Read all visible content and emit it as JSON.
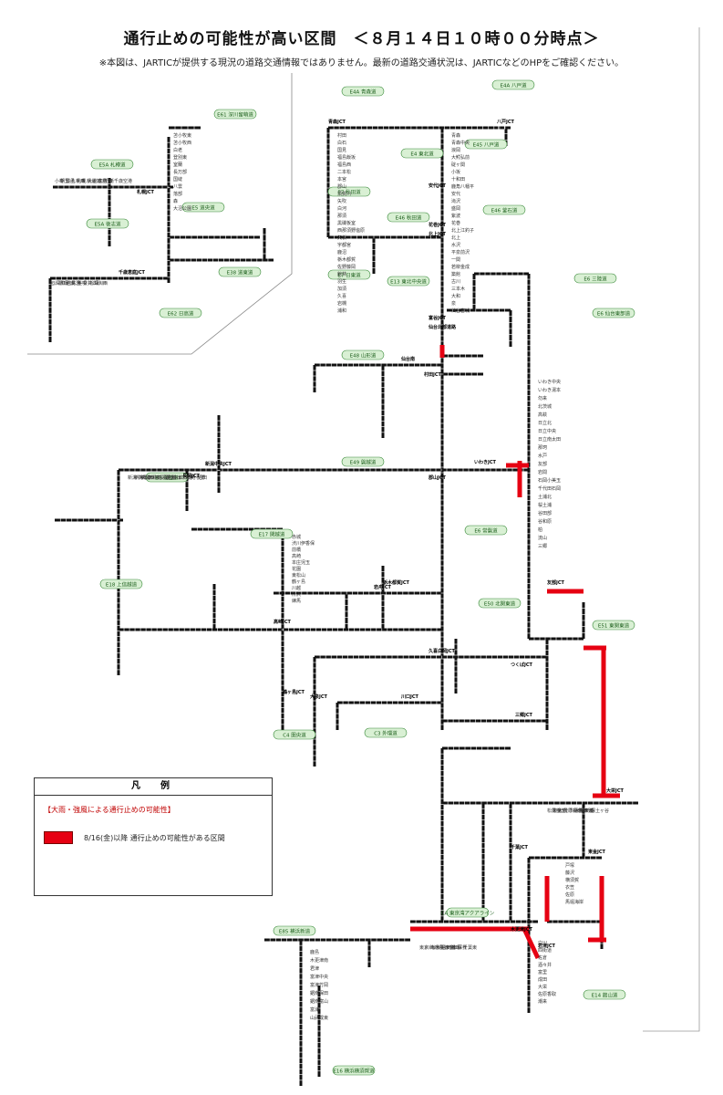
{
  "header": {
    "title": "通行止めの可能性が高い区間　＜８月１４日１０時００分時点＞",
    "note": "※本図は、JARTICが提供する現況の道路交通情報ではありません。最新の道路交通状況は、JARTICなどのHPをご確認ください。"
  },
  "legend": {
    "heading": "凡　例",
    "subheading": "【大雨・強風による通行止めの可能性】",
    "item_label": "8/16(金)以降 通行止めの可能性がある区間",
    "item_color": "#e60012"
  },
  "route_badges": [
    {
      "id": "E5A",
      "label": "E5A 札樽道"
    },
    {
      "id": "E61",
      "label": "E61 深川留萌道"
    },
    {
      "id": "E5A2",
      "label": "E5A 後志道"
    },
    {
      "id": "E5",
      "label": "E5 道央道"
    },
    {
      "id": "E38",
      "label": "E38 道東道"
    },
    {
      "id": "E62",
      "label": "E62 日高道"
    },
    {
      "id": "E4A",
      "label": "E4A 青森道"
    },
    {
      "id": "E4A2",
      "label": "E4A 八戸道"
    },
    {
      "id": "E45",
      "label": "E45 八戸道"
    },
    {
      "id": "E4",
      "label": "E4 東北道"
    },
    {
      "id": "E7",
      "label": "E7 秋田道"
    },
    {
      "id": "E46",
      "label": "E46 秋田道"
    },
    {
      "id": "E46b",
      "label": "E46 釜石道"
    },
    {
      "id": "E13",
      "label": "E13 東北中央道"
    },
    {
      "id": "E7b",
      "label": "E7 日東道"
    },
    {
      "id": "E6",
      "label": "E6 三陸道"
    },
    {
      "id": "E6b",
      "label": "E6 仙台東部道"
    },
    {
      "id": "E48",
      "label": "E48 山形道"
    },
    {
      "id": "E49",
      "label": "E49 磐越道"
    },
    {
      "id": "E8",
      "label": "E8 北陸道"
    },
    {
      "id": "E17",
      "label": "E17 関越道"
    },
    {
      "id": "E18",
      "label": "E18 上信越道"
    },
    {
      "id": "E50",
      "label": "E50 北関東道"
    },
    {
      "id": "E51",
      "label": "E51 東関東道"
    },
    {
      "id": "E6c",
      "label": "E6 常磐道"
    },
    {
      "id": "C3",
      "label": "C3 外環道"
    },
    {
      "id": "C4",
      "label": "C4 圏央道"
    },
    {
      "id": "E14",
      "label": "E14 館山道"
    },
    {
      "id": "E16",
      "label": "E16 横浜横須賀道"
    },
    {
      "id": "E85",
      "label": "E85 横浜新道"
    },
    {
      "id": "CA",
      "label": "CA 東京湾アクアライン"
    }
  ],
  "stations": {
    "hokkaido": [
      "小樽",
      "朝里",
      "銭函",
      "札幌西",
      "札幌",
      "札幌北",
      "大谷地",
      "北広島",
      "恵庭",
      "千歳",
      "新千歳空港",
      "苫小牧東",
      "苫小牧西",
      "白老",
      "登別東",
      "室蘭",
      "長万部",
      "国縫",
      "八雲",
      "落部",
      "森",
      "大沼公園",
      "旭川鷹栖",
      "深川",
      "江別東",
      "岩見沢",
      "三笠",
      "美唄",
      "奈井江砂川",
      "滝川",
      "深川西"
    ],
    "tohoku": [
      "青森",
      "青森中央",
      "浪岡",
      "大鰐弘前",
      "碇ヶ関",
      "小坂",
      "十和田",
      "鹿角八幡平",
      "安代",
      "滝沢",
      "盛岡",
      "紫波",
      "花巻",
      "北上江釣子",
      "北上",
      "水沢",
      "平泉前沢",
      "一関",
      "若柳金成",
      "築館",
      "古川",
      "三本木",
      "大和",
      "泉",
      "仙台宮城",
      "村田",
      "白石",
      "国見",
      "福島飯坂",
      "福島西",
      "二本松",
      "本宮",
      "郡山",
      "須賀川",
      "矢吹",
      "白河",
      "那須",
      "黒磯板室",
      "西那須野塩原",
      "矢板",
      "宇都宮",
      "鹿沼",
      "栃木都賀",
      "佐野藤岡",
      "館林",
      "羽生",
      "加須",
      "久喜",
      "岩槻",
      "浦和"
    ],
    "joban": [
      "いわき中央",
      "いわき湯本",
      "勿来",
      "北茨城",
      "高萩",
      "日立北",
      "日立中央",
      "日立南太田",
      "那珂",
      "水戸",
      "友部",
      "岩間",
      "石岡小美玉",
      "千代田石岡",
      "土浦北",
      "桜土浦",
      "谷田部",
      "谷和原",
      "柏",
      "流山",
      "三郷"
    ],
    "west": [
      "新潟中央",
      "新潟亀田",
      "新潟西",
      "巻潟東",
      "中之島見附",
      "長岡",
      "越後川口",
      "小出",
      "六日町",
      "湯沢",
      "月夜野",
      "沼田",
      "赤城",
      "渋川伊香保",
      "前橋",
      "高崎",
      "本庄児玉",
      "花園",
      "東松山",
      "鶴ヶ島",
      "川越",
      "所沢",
      "練馬"
    ],
    "capital": [
      "東京",
      "川崎浮島",
      "海ほたる",
      "木更津金田",
      "袖ヶ浦",
      "姉崎",
      "市原",
      "蘇我",
      "千葉東",
      "穴川",
      "四街道",
      "佐倉",
      "酒々井",
      "富里",
      "成田",
      "大栄",
      "佐原香取",
      "潮来",
      "鹿島",
      "木更津南",
      "君津",
      "富津中央",
      "富津竹岡",
      "鋸南保田",
      "鋸南富山",
      "富浦",
      "山武成東",
      "松尾横芝",
      "東金",
      "大網",
      "茂原長南",
      "市原鶴舞",
      "木更津東",
      "袖ケ浦",
      "新生",
      "保土ヶ谷",
      "戸塚",
      "藤沢",
      "横須賀",
      "衣笠",
      "佐原",
      "馬堀海岸"
    ]
  },
  "junctions": [
    "札幌JCT",
    "千歳恵庭JCT",
    "青森JCT",
    "八戸JCT",
    "安代JCT",
    "北上JCT",
    "花巻JCT",
    "村田JCT",
    "仙台南",
    "仙台北部道路",
    "富谷JCT",
    "郡山JCT",
    "いわきJCT",
    "新潟中央JCT",
    "長岡JCT",
    "高崎JCT",
    "岩舟JCT",
    "栃木都賀JCT",
    "久喜白岡JCT",
    "川口JCT",
    "三郷JCT",
    "つくばJCT",
    "友部JCT",
    "大栄JCT",
    "東金JCT",
    "千葉JCT",
    "木更津JCT",
    "君津JCT",
    "鶴ヶ島JCT",
    "大泉JCT"
  ]
}
